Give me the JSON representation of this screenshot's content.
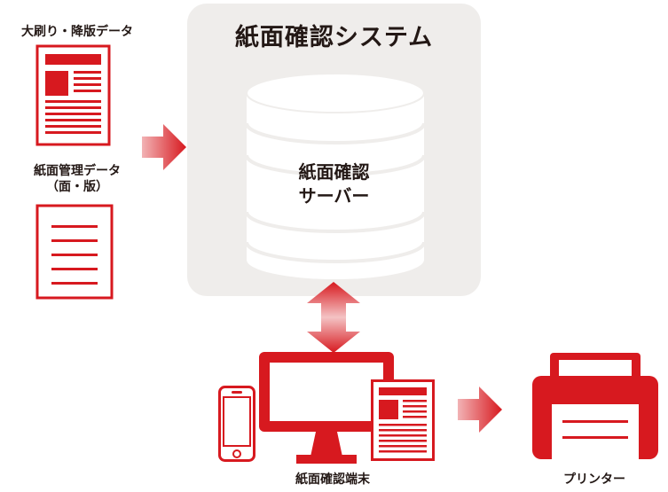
{
  "system": {
    "title": "紙面確認システム",
    "server_line1": "紙面確認",
    "server_line2": "サーバー"
  },
  "inputs": {
    "print_data_label": "大刷り・降版データ",
    "management_data_line1": "紙面管理データ",
    "management_data_line2": "（面・版）"
  },
  "outputs": {
    "terminal_label": "紙面確認端末",
    "printer_label": "プリンター"
  },
  "colors": {
    "accent": "#d7191f",
    "panel": "#efedeb",
    "text": "#231815"
  },
  "icons": [
    "newspaper-icon",
    "document-list-icon",
    "arrow-right-icon",
    "database-icon",
    "arrow-updown-icon",
    "smartphone-icon",
    "monitor-icon",
    "printer-icon"
  ]
}
